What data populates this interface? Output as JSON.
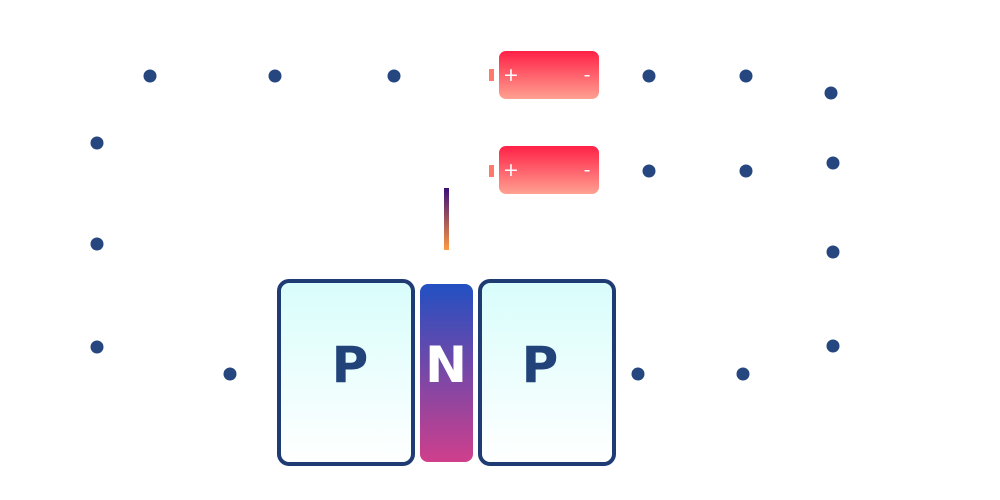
{
  "colors": {
    "electron": "#25467f",
    "p_region_border": "#1f3b73",
    "p_region_fill_top": "#d8fdfb",
    "p_region_fill_bottom": "#ffffff",
    "p_label": "#22427a",
    "n_region_top": "#2250c2",
    "n_region_bottom": "#cf3f8c",
    "n_label": "#ffffff",
    "battery_top": "#ff2146",
    "battery_bottom": "#ffa191",
    "battery_terminal": "#ff7a6b",
    "base_lead_top": "#3b1078",
    "base_lead_bottom": "#ff9a42"
  },
  "transistor": {
    "left_region_label": "P",
    "middle_region_label": "N",
    "right_region_label": "P"
  },
  "batteries": [
    {
      "plus_label": "+",
      "minus_label": "-"
    },
    {
      "plus_label": "+",
      "minus_label": "-"
    }
  ]
}
